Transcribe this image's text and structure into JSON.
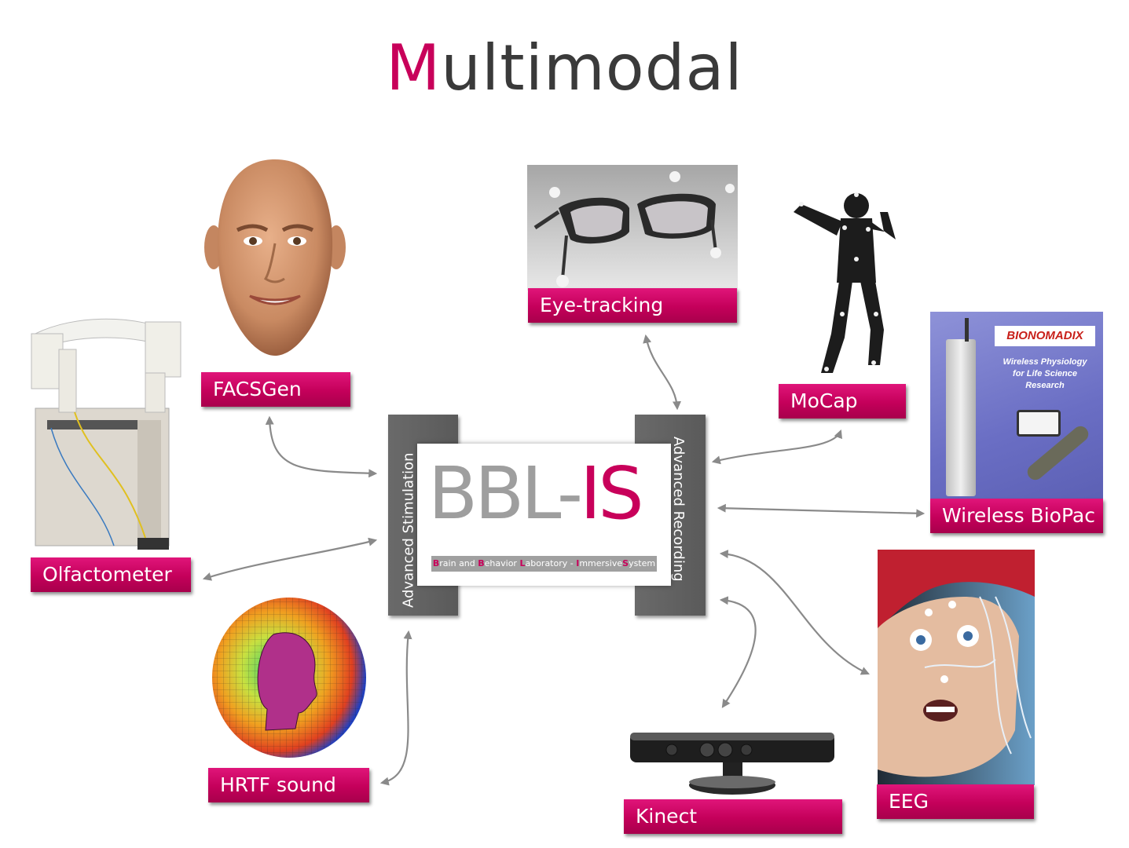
{
  "title": {
    "accent_letter": "M",
    "rest": "ultimodal"
  },
  "center": {
    "logo_main": "BBL-",
    "logo_accent": "IS",
    "subtitle_parts": [
      {
        "t": "B",
        "hl": true
      },
      {
        "t": "rain and ",
        "hl": false
      },
      {
        "t": "B",
        "hl": true
      },
      {
        "t": "ehavior ",
        "hl": false
      },
      {
        "t": "L",
        "hl": true
      },
      {
        "t": "aboratory - ",
        "hl": false
      },
      {
        "t": "I",
        "hl": true
      },
      {
        "t": "mmersive",
        "hl": false
      },
      {
        "t": "S",
        "hl": true
      },
      {
        "t": "ystem",
        "hl": false
      }
    ],
    "left_bar": "Advanced Stimulation",
    "right_bar": "Advanced Recording"
  },
  "labels": {
    "facsgen": "FACSGen",
    "olfactometer": "Olfactometer",
    "hrtf": "HRTF sound",
    "eye_tracking": "Eye-tracking",
    "mocap": "MoCap",
    "biopac": "Wireless BioPac",
    "eeg": "EEG",
    "kinect": "Kinect"
  },
  "biopac_box": {
    "brand": "BIONOMADIX",
    "tagline_1": "Wireless Physiology",
    "tagline_2": "for Life Science",
    "tagline_3": "Research"
  },
  "colors": {
    "accent": "#c8005a",
    "bar": "#626262",
    "arrow": "#8a8a8a"
  }
}
